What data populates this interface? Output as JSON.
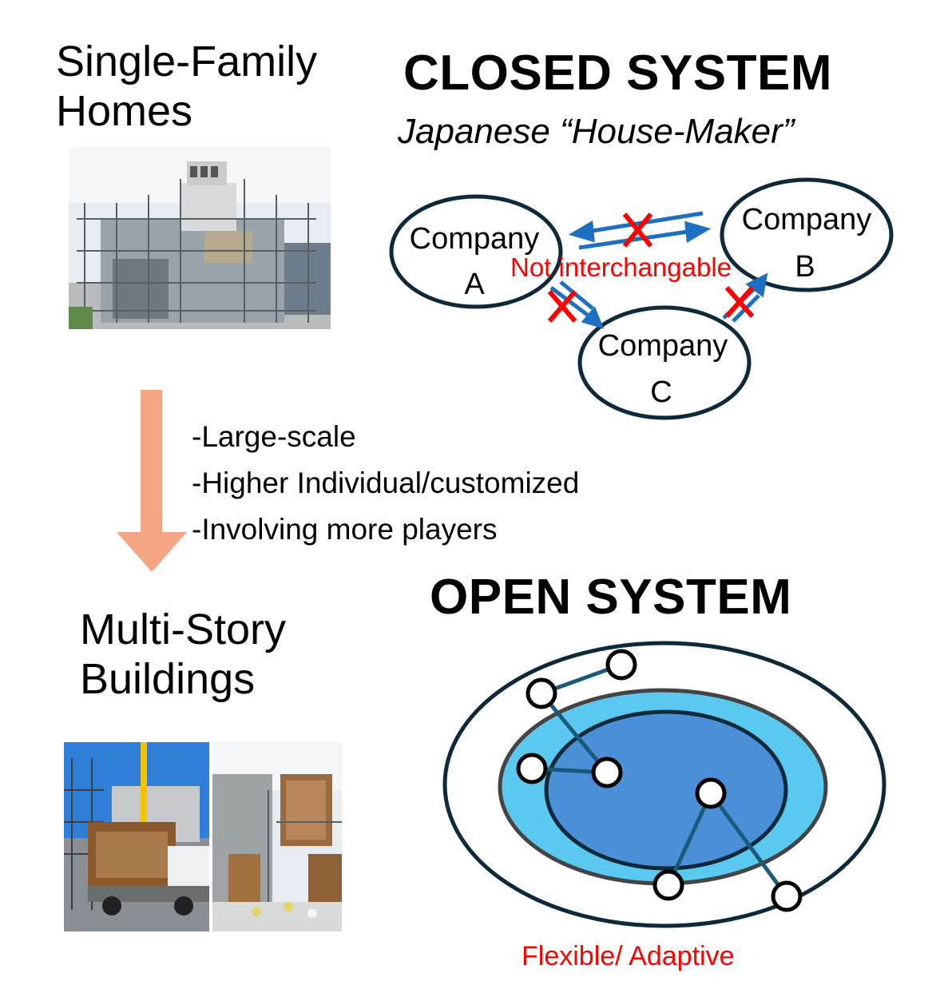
{
  "left": {
    "top_label": [
      "Single-Family",
      "Homes"
    ],
    "bottom_label": [
      "Multi-Story",
      "Buildings"
    ],
    "transition_points": [
      "-Large-scale",
      "-Higher Individual/customized",
      "-Involving more players"
    ]
  },
  "closed_system": {
    "title": "CLOSED SYSTEM",
    "subtitle": "Japanese “House-Maker”",
    "companies": [
      {
        "line1": "Company",
        "line2": "A"
      },
      {
        "line1": "Company",
        "line2": "B"
      },
      {
        "line1": "Company",
        "line2": "C"
      }
    ],
    "note": "Not interchangable"
  },
  "open_system": {
    "title": "OPEN SYSTEM",
    "caption": "Flexible/ Adaptive"
  },
  "colors": {
    "arrow_orange": "#f4a583",
    "ellipse_outline": "#0e2a3a",
    "ring_light_blue": "#5bc8f0",
    "inner_blue": "#4a8fd8",
    "link_blue": "#1f6fc0",
    "cross_red": "#ff0000",
    "node_line": "#1a5a7a"
  }
}
